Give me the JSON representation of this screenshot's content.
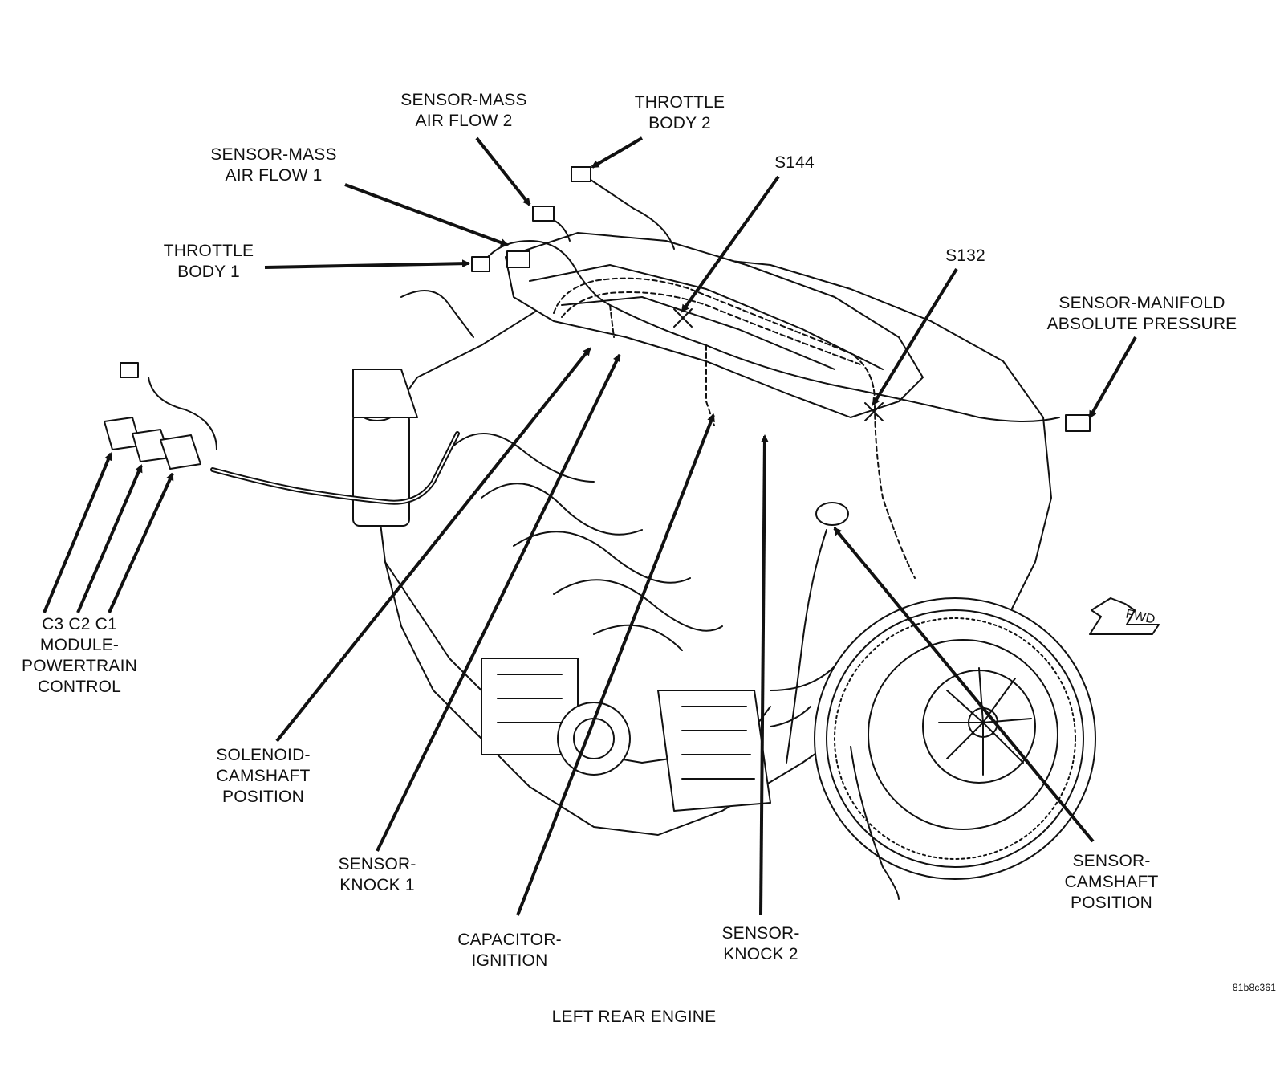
{
  "colors": {
    "ink": "#111111",
    "background": "#ffffff"
  },
  "labels": {
    "mass_air_flow_2": [
      "SENSOR-MASS",
      "AIR FLOW 2"
    ],
    "throttle_body_2": [
      "THROTTLE",
      "BODY 2"
    ],
    "mass_air_flow_1": [
      "SENSOR-MASS",
      "AIR FLOW 1"
    ],
    "s144": "S144",
    "throttle_body_1": [
      "THROTTLE",
      "BODY 1"
    ],
    "s132": "S132",
    "map_sensor": [
      "SENSOR-MANIFOLD",
      "ABSOLUTE PRESSURE"
    ],
    "pcm": [
      "C3  C2  C1",
      "MODULE-",
      "POWERTRAIN",
      "CONTROL"
    ],
    "cam_solenoid": [
      "SOLENOID-",
      "CAMSHAFT",
      "POSITION"
    ],
    "knock_1": [
      "SENSOR-",
      "KNOCK 1"
    ],
    "capacitor": [
      "CAPACITOR-",
      "IGNITION"
    ],
    "knock_2": [
      "SENSOR-",
      "KNOCK 2"
    ],
    "cam_sensor": [
      "SENSOR-",
      "CAMSHAFT",
      "POSITION"
    ]
  },
  "fwd_marker": "FWD",
  "figure_id": "81b8c361",
  "caption": "LEFT REAR ENGINE"
}
